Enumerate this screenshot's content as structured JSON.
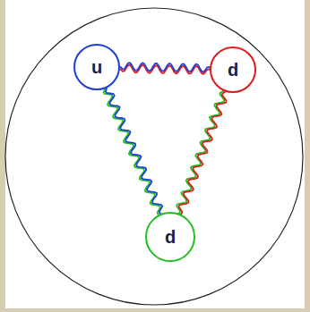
{
  "diagram": {
    "nodes": [
      {
        "text": [
          "u"
        ]
      },
      {
        "text": [
          "d"
        ]
      },
      {
        "text": [
          "d"
        ]
      }
    ],
    "edges": [
      {
        "from": 0,
        "to": 1,
        "arrow": "none"
      },
      {
        "from": 0,
        "to": 2,
        "arrow": "none"
      },
      {
        "from": 1,
        "to": 2,
        "arrow": "none"
      }
    ]
  }
}
